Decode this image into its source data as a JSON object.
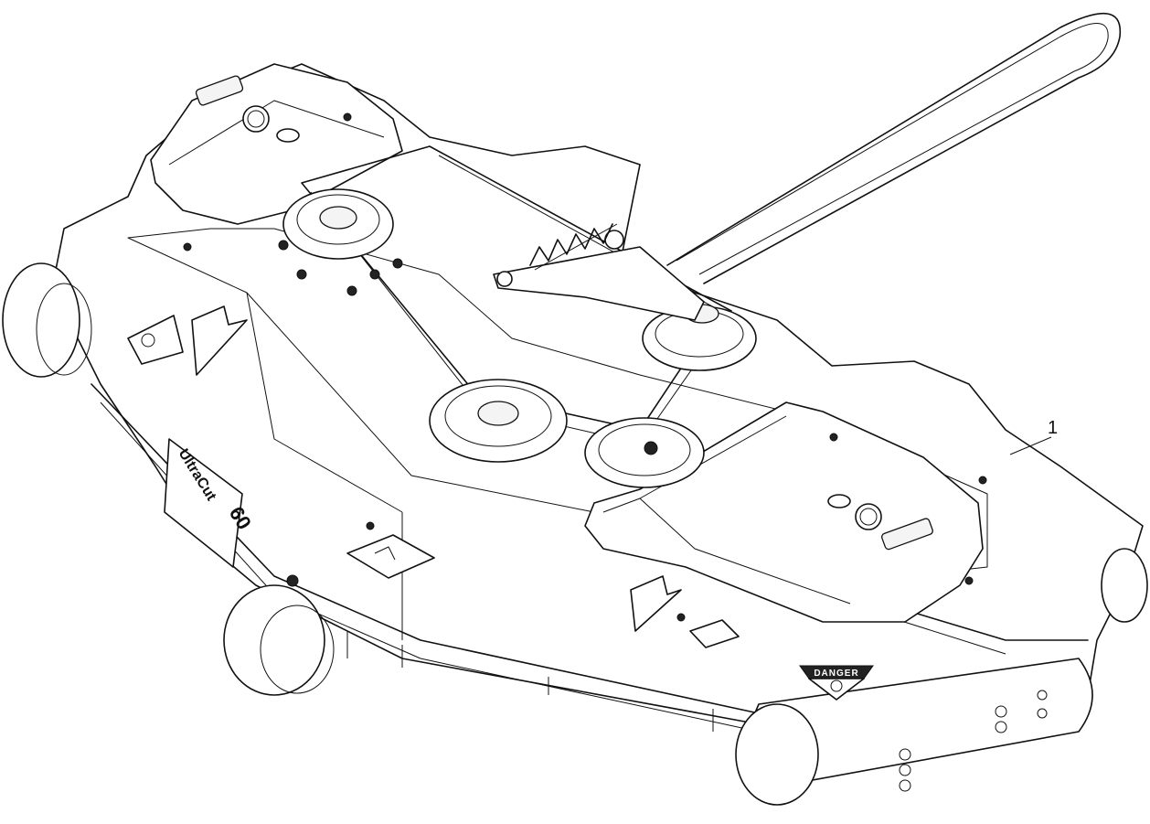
{
  "figure": {
    "callout_label": "1",
    "brand_decal_text": "UltraCut",
    "brand_decal_size": "60",
    "warning_decal_text": "DANGER"
  }
}
